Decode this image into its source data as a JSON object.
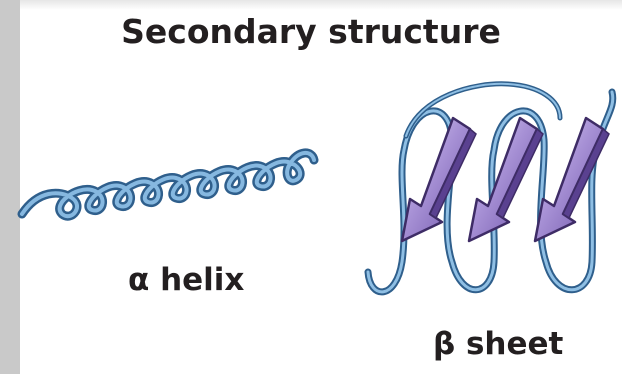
{
  "figure": {
    "title": "Secondary structure",
    "helix_label": "α helix",
    "sheet_label": "β sheet"
  },
  "colors": {
    "ribbon": "#5b93c4",
    "ribbon_dark": "#2f5f8c",
    "arrow_light": "#d6c8ee",
    "arrow_mid": "#9e86d0",
    "arrow_dark": "#6a4fa3",
    "arrow_edge": "#3e2c66",
    "text": "#231f20",
    "sidebar": "#c9c9c9"
  },
  "icons": {
    "helix": "alpha-helix-ribbon",
    "sheet": "beta-sheet-arrows"
  }
}
